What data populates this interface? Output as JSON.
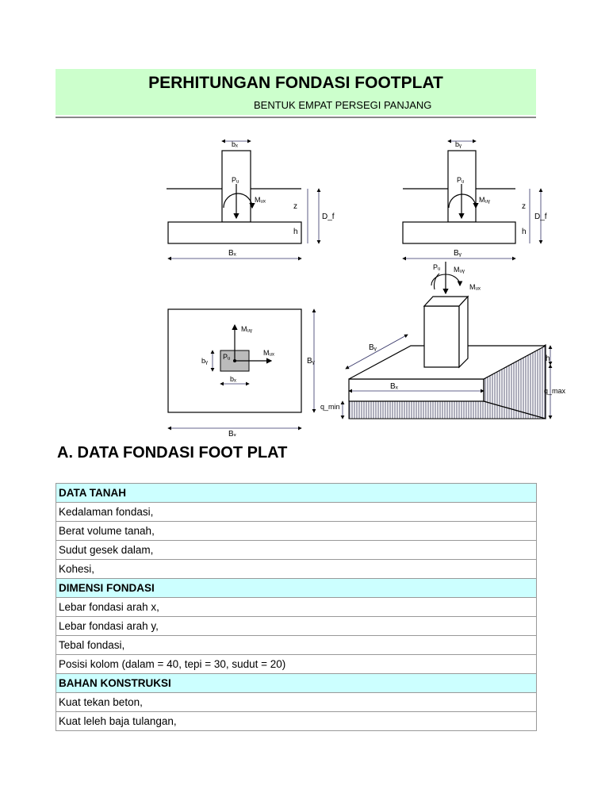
{
  "header": {
    "title": "PERHITUNGAN FONDASI FOOTPLAT",
    "subtitle": "BENTUK EMPAT PERSEGI PANJANG"
  },
  "diagram": {
    "label_bx": "bₓ",
    "label_by": "bᵧ",
    "label_Bx": "Bₓ",
    "label_By": "Bᵧ",
    "label_Pu": "Pᵤ",
    "label_Mux": "Mᵤₓ",
    "label_Muy": "Mᵤᵧ",
    "label_z": "z",
    "label_Df": "D_f",
    "label_h": "h",
    "label_qmin": "q_min",
    "label_qmax": "q_max"
  },
  "section_a": {
    "title": "A. DATA FONDASI FOOT PLAT"
  },
  "table": {
    "rows": [
      {
        "type": "head",
        "label": "DATA TANAH"
      },
      {
        "type": "row",
        "label": "Kedalaman fondasi,"
      },
      {
        "type": "row",
        "label": "Berat volume tanah,"
      },
      {
        "type": "row",
        "label": "Sudut gesek dalam,"
      },
      {
        "type": "row",
        "label": "Kohesi,"
      },
      {
        "type": "head",
        "label": "DIMENSI FONDASI"
      },
      {
        "type": "row",
        "label": "Lebar fondasi arah x,"
      },
      {
        "type": "row",
        "label": "Lebar fondasi arah y,"
      },
      {
        "type": "row",
        "label": "Tebal fondasi,"
      },
      {
        "type": "row",
        "label": "Posisi kolom (dalam = 40, tepi = 30, sudut = 20)"
      },
      {
        "type": "head",
        "label": "BAHAN KONSTRUKSI"
      },
      {
        "type": "row",
        "label": "Kuat tekan beton,"
      },
      {
        "type": "row",
        "label": "Kuat leleh baja tulangan,"
      }
    ]
  }
}
